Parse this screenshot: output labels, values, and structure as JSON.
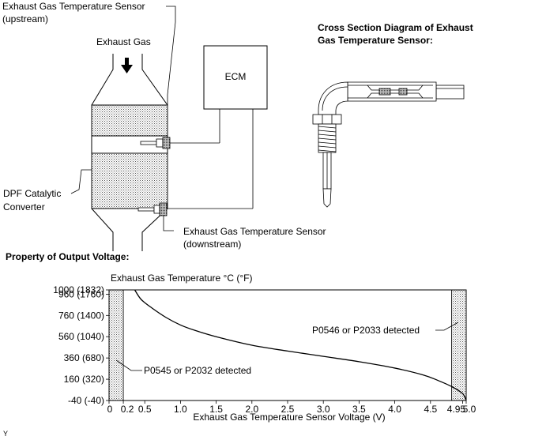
{
  "labels": {
    "upstream_sensor_line1": "Exhaust Gas Temperature Sensor",
    "upstream_sensor_line2": "(upstream)",
    "exhaust_gas": "Exhaust Gas",
    "ecm": "ECM",
    "cross_section_line1": "Cross Section Diagram of Exhaust",
    "cross_section_line2": "Gas Temperature Sensor:",
    "dpf_line1": "DPF Catalytic",
    "dpf_line2": "Converter",
    "downstream_sensor_line1": "Exhaust Gas Temperature Sensor",
    "downstream_sensor_line2": "(downstream)",
    "property_title": "Property of Output Voltage:",
    "footer_mark": "Y"
  },
  "chart_data": {
    "type": "line",
    "ylabel": "Exhaust Gas Temperature  °C (°F)",
    "xlabel": "Exhaust Gas Temperature Sensor Voltage (V)",
    "xlim": [
      0,
      5.0
    ],
    "ylim": [
      -40,
      1000
    ],
    "x_ticks": [
      {
        "value": 0,
        "label": "0"
      },
      {
        "value": 0.2,
        "label": "0.2"
      },
      {
        "value": 0.5,
        "label": "0.5"
      },
      {
        "value": 1.0,
        "label": "1.0"
      },
      {
        "value": 1.5,
        "label": "1.5"
      },
      {
        "value": 2.0,
        "label": "2.0"
      },
      {
        "value": 2.5,
        "label": "2.5"
      },
      {
        "value": 3.0,
        "label": "3.0"
      },
      {
        "value": 3.5,
        "label": "3.5"
      },
      {
        "value": 4.0,
        "label": "4.0"
      },
      {
        "value": 4.5,
        "label": "4.5"
      },
      {
        "value": 4.95,
        "label": "4.95"
      },
      {
        "value": 5.0,
        "label": "5.0"
      }
    ],
    "y_ticks": [
      {
        "value": 1000,
        "label": "1000 (1832)"
      },
      {
        "value": 960,
        "label": "960 (1760)"
      },
      {
        "value": 760,
        "label": "760 (1400)"
      },
      {
        "value": 560,
        "label": "560 (1040)"
      },
      {
        "value": 360,
        "label": "360 (680)"
      },
      {
        "value": 160,
        "label": "160 (320)"
      },
      {
        "value": -40,
        "label": "-40 (-40)"
      }
    ],
    "series": [
      {
        "x": [
          0.36,
          0.45,
          0.6,
          0.8,
          1.0,
          1.2,
          1.5,
          2.0,
          2.5,
          3.0,
          3.5,
          4.0,
          4.4,
          4.6,
          4.8,
          4.95,
          5.0
        ],
        "y": [
          1000,
          910,
          830,
          740,
          670,
          620,
          560,
          480,
          425,
          375,
          325,
          265,
          200,
          150,
          90,
          25,
          -40
        ]
      }
    ],
    "zones": [
      {
        "from": 0,
        "to": 0.2,
        "label": "P0545 or P2032 detected"
      },
      {
        "from": 4.95,
        "to": 5.0,
        "label": "P0546 or P2033 detected"
      }
    ]
  }
}
